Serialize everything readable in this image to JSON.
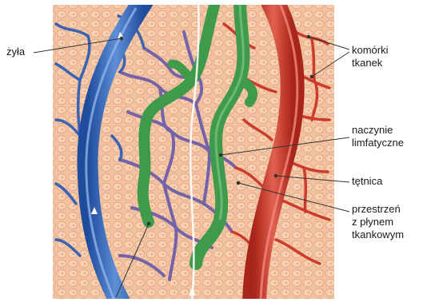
{
  "labels": {
    "vein": "żyła",
    "tissue_cells": "komórki\ntkanek",
    "lymph_vessel": "naczynie\nlimfatyczne",
    "artery": "tętnica",
    "interstitial_fluid": "przestrzeń\nz płynem\ntkankowym"
  },
  "colors": {
    "tissue": "#f2c3a2",
    "cell_outline": "#e3a27c",
    "vein": "#2f5fb0",
    "capillary_purple": "#7463a8",
    "artery": "#c8372a",
    "lymph": "#3f9a4c"
  }
}
